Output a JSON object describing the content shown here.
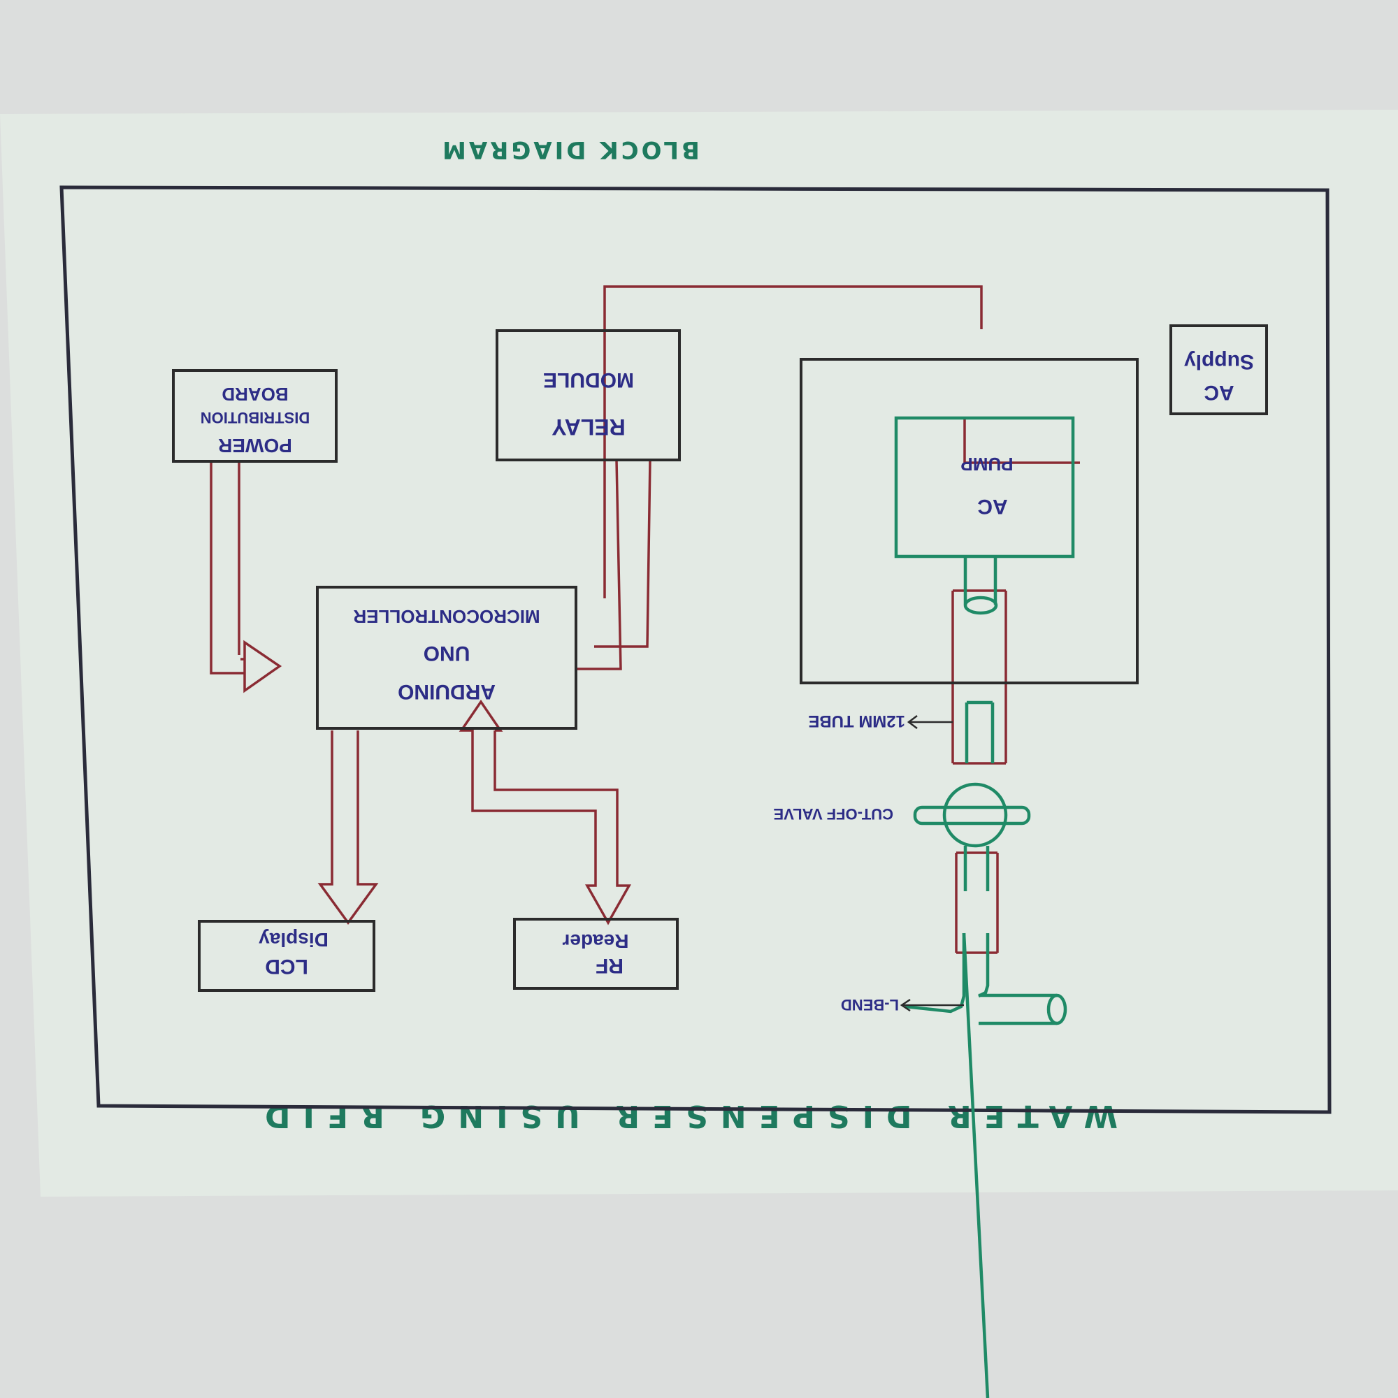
{
  "diagram": {
    "title": "WATER DISPENSER USING RFID",
    "subtitle": "BLOCK DIAGRAM",
    "blocks": {
      "power": [
        "POWER",
        "DISTRIBUTION",
        "BOARD"
      ],
      "relay": [
        "RELAY",
        "MODULE"
      ],
      "arduino": [
        "ARDUINO",
        "UNO",
        "MICROCONTROLLER"
      ],
      "lcd": [
        "LCD",
        "Display"
      ],
      "rf": [
        "RF",
        "Reader"
      ],
      "ac_pump": [
        "AC",
        "PUMP"
      ],
      "ac_supply": [
        "AC",
        "Supply"
      ]
    },
    "annotations": {
      "tube": "12MM TUBE",
      "valve": "CUT-OFF VALVE",
      "lbend": "L-BEND"
    }
  },
  "colors": {
    "background": "#dcdedd",
    "paper": "#e3eae4",
    "frame": "#2a2b3a",
    "block_outline": "#2b2b2b",
    "wire": "#8a2b33",
    "text_blue": "#2c2c86",
    "text_green": "#1e7a5e",
    "pump_green": "#1f8a66"
  }
}
